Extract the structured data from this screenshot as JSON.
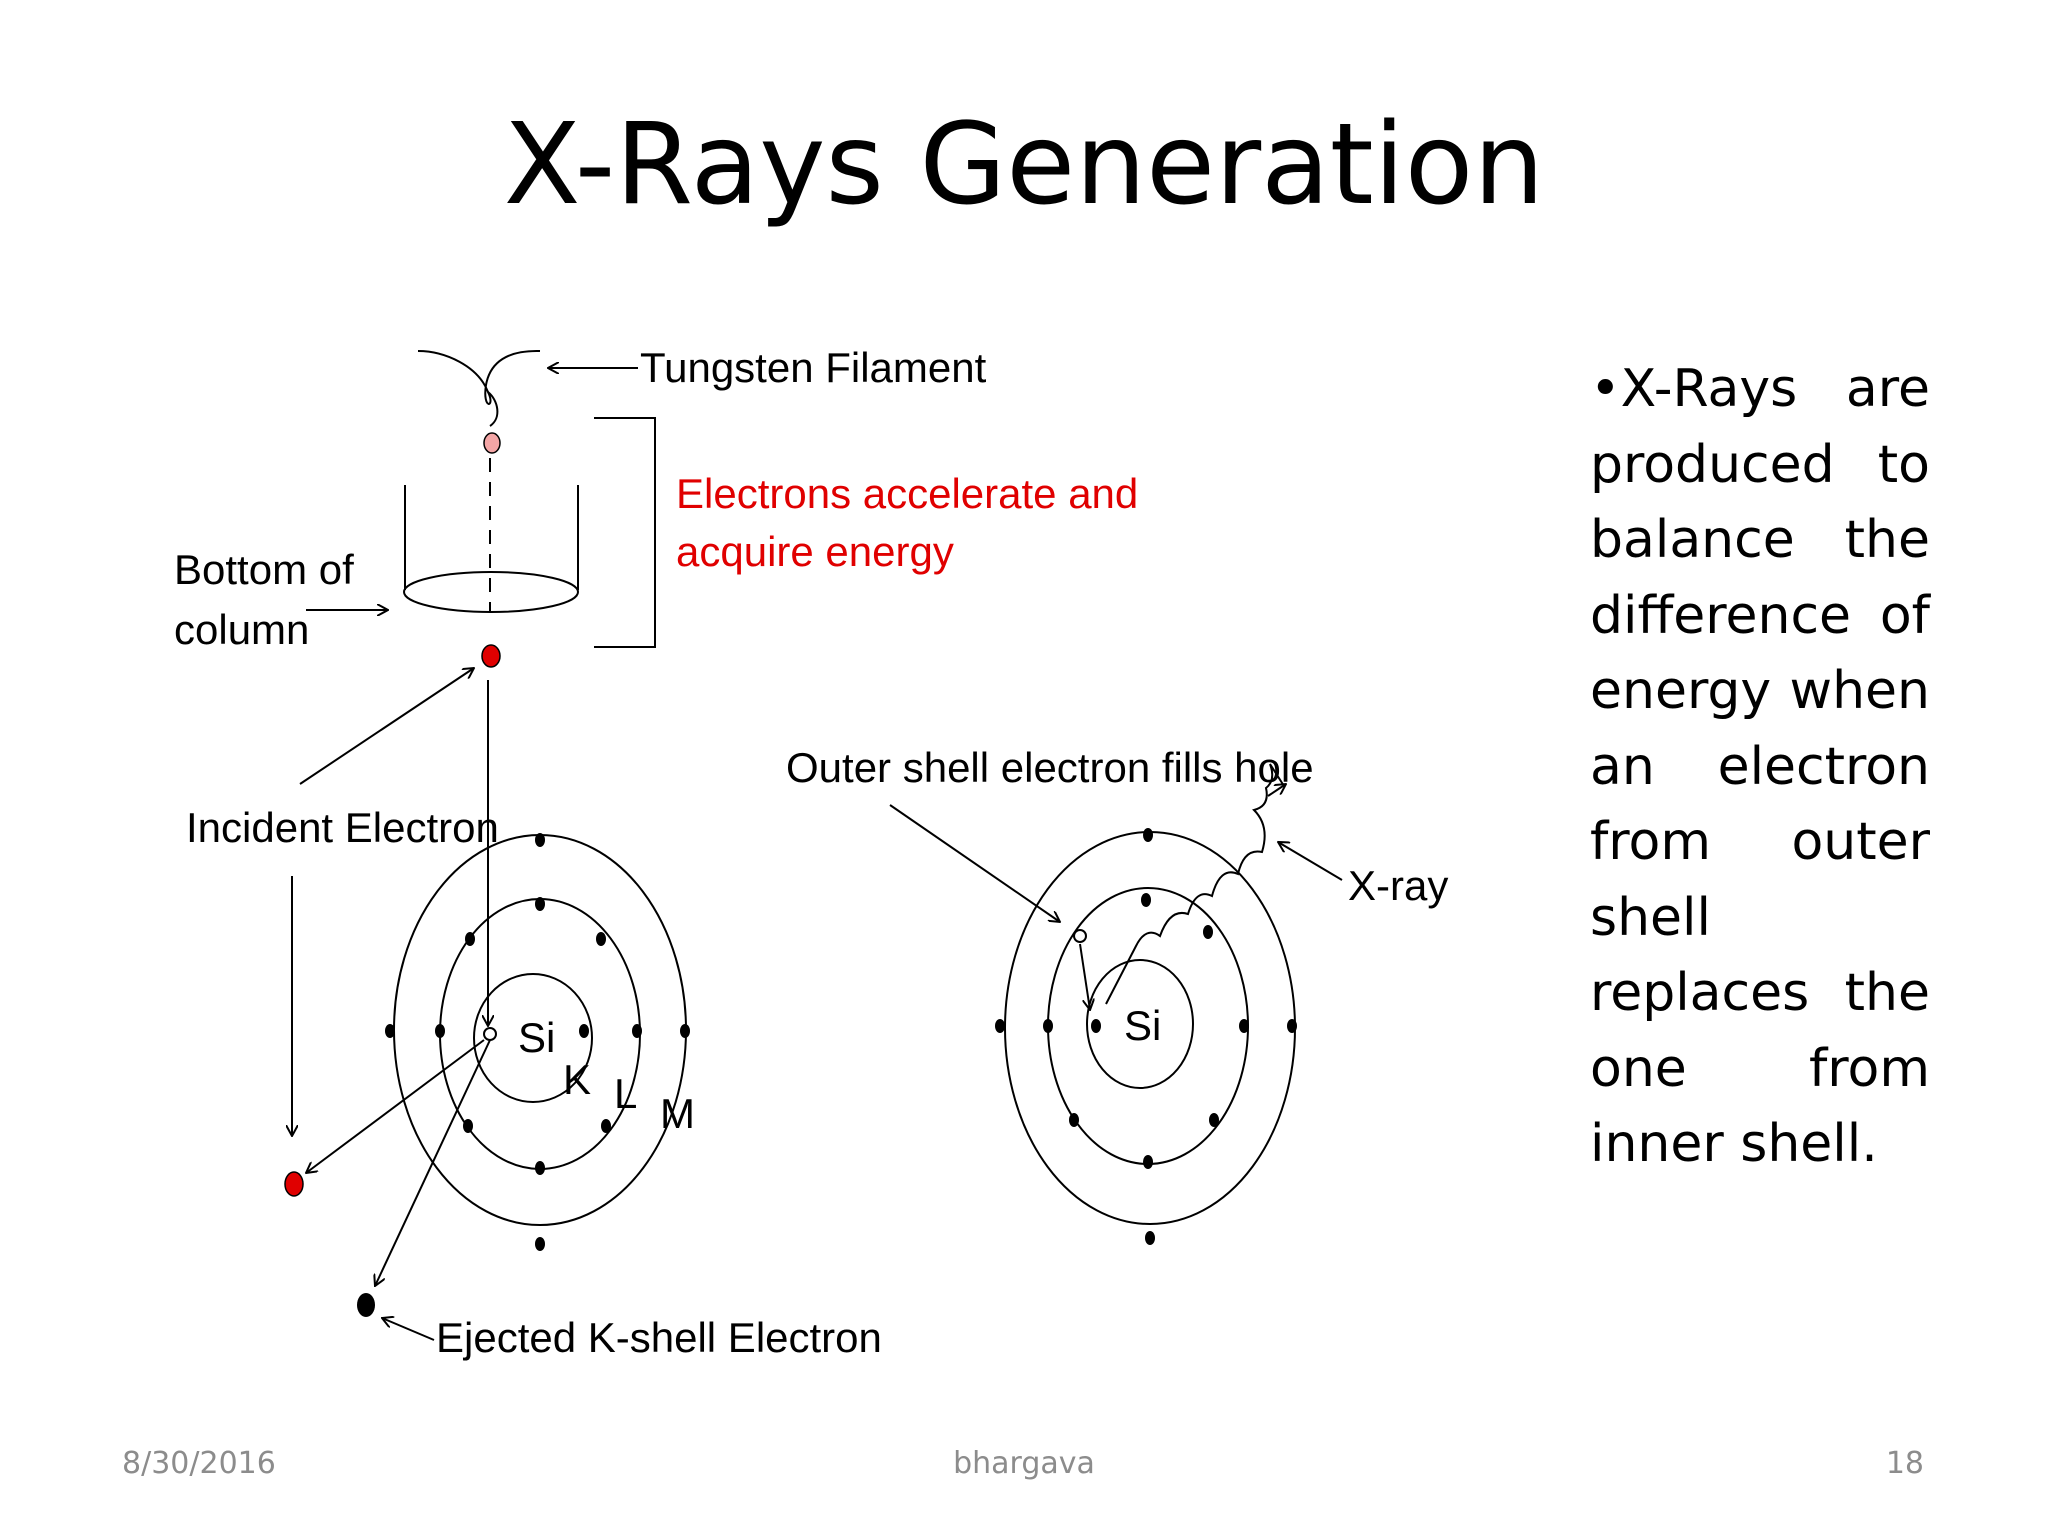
{
  "slide": {
    "title": "X-Rays Generation",
    "body_text": "•X-Rays are produced to balance the difference of energy when an electron from outer shell replaces the one from inner shell."
  },
  "diagram": {
    "labels": {
      "tungsten_filament": "Tungsten Filament",
      "accelerate_line1": "Electrons accelerate and",
      "accelerate_line2": "acquire energy",
      "bottom_line1": "Bottom of",
      "bottom_line2": "column",
      "incident_electron": "Incident Electron",
      "outer_shell_fills": "Outer shell electron fills hole",
      "x_ray": "X-ray",
      "ejected_k_shell": "Ejected K-shell Electron",
      "nucleus_left": "Si",
      "nucleus_right": "Si",
      "shell_k": "K",
      "shell_l": "L",
      "shell_m": "M"
    },
    "colors": {
      "electron_red": "#e00000",
      "emitted_electron_pink": "#f4a6a6",
      "accent_text_red": "#e00000"
    }
  },
  "footer": {
    "date": "8/30/2016",
    "author": "bhargava",
    "page": "18"
  }
}
